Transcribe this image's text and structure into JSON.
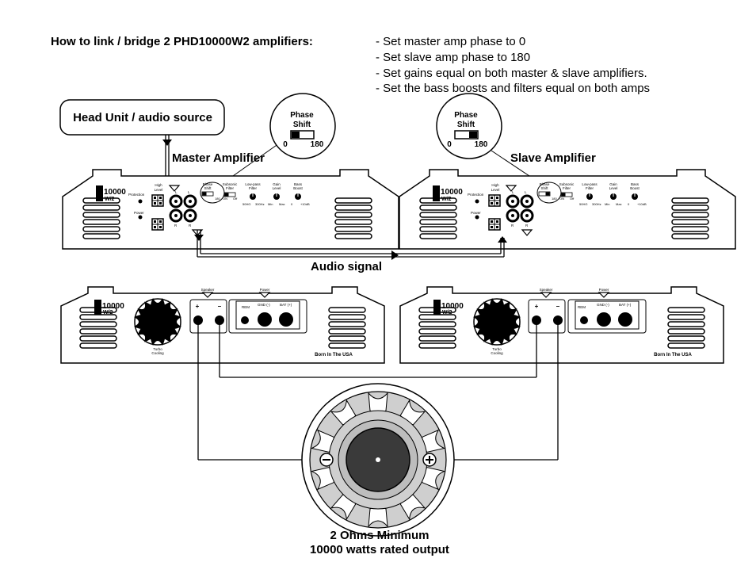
{
  "title": "How to link / bridge 2 PHD10000W2 amplifiers:",
  "instructions": [
    "- Set master amp phase to 0",
    "- Set slave amp phase to 180",
    "- Set gains equal on both master & slave amplifiers.",
    "- Set the bass boosts and filters equal on both amps"
  ],
  "head_unit": "Head Unit / audio source",
  "phase_callout": {
    "label1": "Phase",
    "label2": "Shift",
    "left": "0",
    "right": "180"
  },
  "master_label": "Master Amplifier",
  "slave_label": "Slave Amplifier",
  "audio_signal": "Audio signal",
  "front_panel": {
    "brand": "10000",
    "brand_sub": "W/2",
    "protection": "Protection",
    "power": "Power",
    "high_level_1": "High",
    "high_level_2": "Level",
    "l": "L",
    "r": "R",
    "phase_1": "Phase",
    "phase_2": "Shift",
    "phase_0": "0",
    "phase_180": "180",
    "subsonic_1": "Subsonic",
    "subsonic_2": "Filter",
    "subsonic_on": "ON",
    "subsonic_off": "Off",
    "lowpass_1": "Low-pass",
    "lowpass_2": "Filter",
    "lowpass_min": "50HG",
    "lowpass_max": "300Hz",
    "gain_1": "Gain",
    "gain_2": "Level",
    "gain_min": "Min",
    "gain_max": "Max",
    "bass_1": "Bass",
    "bass_2": "Boost",
    "bass_min": "0",
    "bass_max": "+10dB"
  },
  "rear_panel": {
    "speaker": "Speaker",
    "power": "Power",
    "plus": "+",
    "minus": "–",
    "rem": "REM",
    "gnd": "GND (-)",
    "bat": "BAT (+)",
    "turbo1": "Turbo",
    "turbo2": "Cooling",
    "born": "Born In The USA"
  },
  "speaker_labels": [
    "2 Ohms Minimum",
    "10000 watts rated output"
  ],
  "colors": {
    "line": "#000000",
    "speaker_gray": "#cfcfcf",
    "cone": "#3a3a3a"
  }
}
